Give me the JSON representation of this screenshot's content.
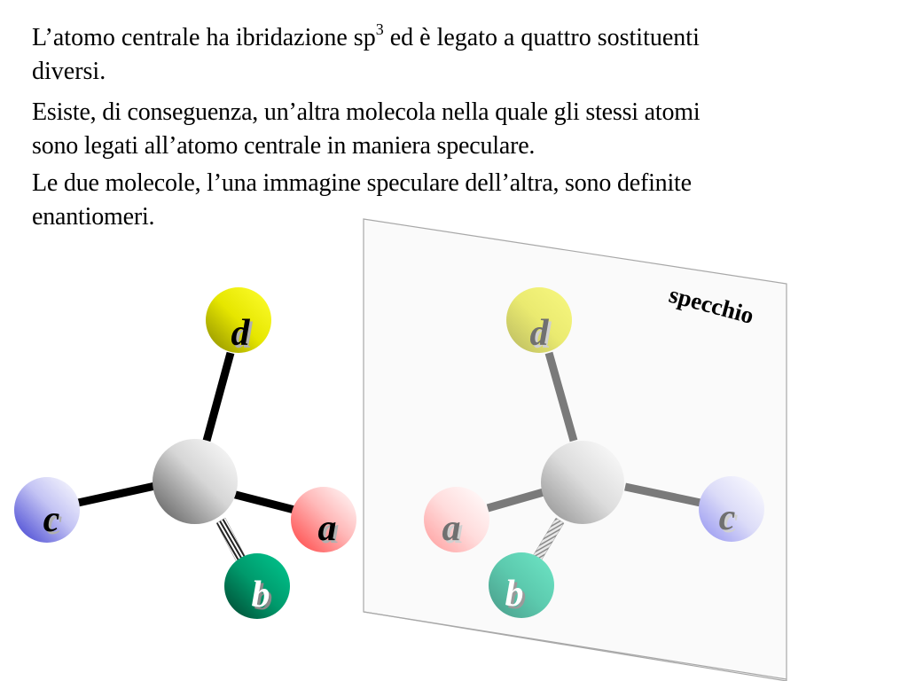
{
  "paragraphs": {
    "p1_line1_pre": "L’atomo centrale ha ibridazione sp",
    "p1_sup": "3",
    "p1_line1_post": " ed è legato a quattro sostituenti",
    "p1_line2": "diversi.",
    "p2_line1": "Esiste, di conseguenza, un’altra molecola nella quale gli stessi atomi",
    "p2_line2": "sono legati all’atomo centrale in maniera speculare.",
    "p3_line1": "Le due molecole, l’una immagine speculare dell’altra,  sono definite",
    "p3_line2": "enantiomeri."
  },
  "mirror": {
    "label": "specchio",
    "fill": "#fafafa",
    "border": "#a0a0a0"
  },
  "molecule_left": {
    "bond_color": "#000000",
    "atoms": {
      "d": {
        "label": "d",
        "color": "#e6e600"
      },
      "c": {
        "label": "c",
        "color": "#6a6ae0"
      },
      "a": {
        "label": "a",
        "color": "#ff6a6a"
      },
      "b": {
        "label": "b",
        "color": "#008a60"
      },
      "center": {
        "color": "#c8c8c8"
      }
    }
  },
  "molecule_right": {
    "bond_color": "#7a7a7a",
    "atoms": {
      "d": {
        "label": "d",
        "color": "#eaea70"
      },
      "a": {
        "label": "a",
        "color": "#ffb0b0"
      },
      "b": {
        "label": "b",
        "color": "#5ccaae"
      },
      "c": {
        "label": "c",
        "color": "#b0b0f4"
      },
      "center": {
        "color": "#d8d8d8"
      }
    }
  }
}
